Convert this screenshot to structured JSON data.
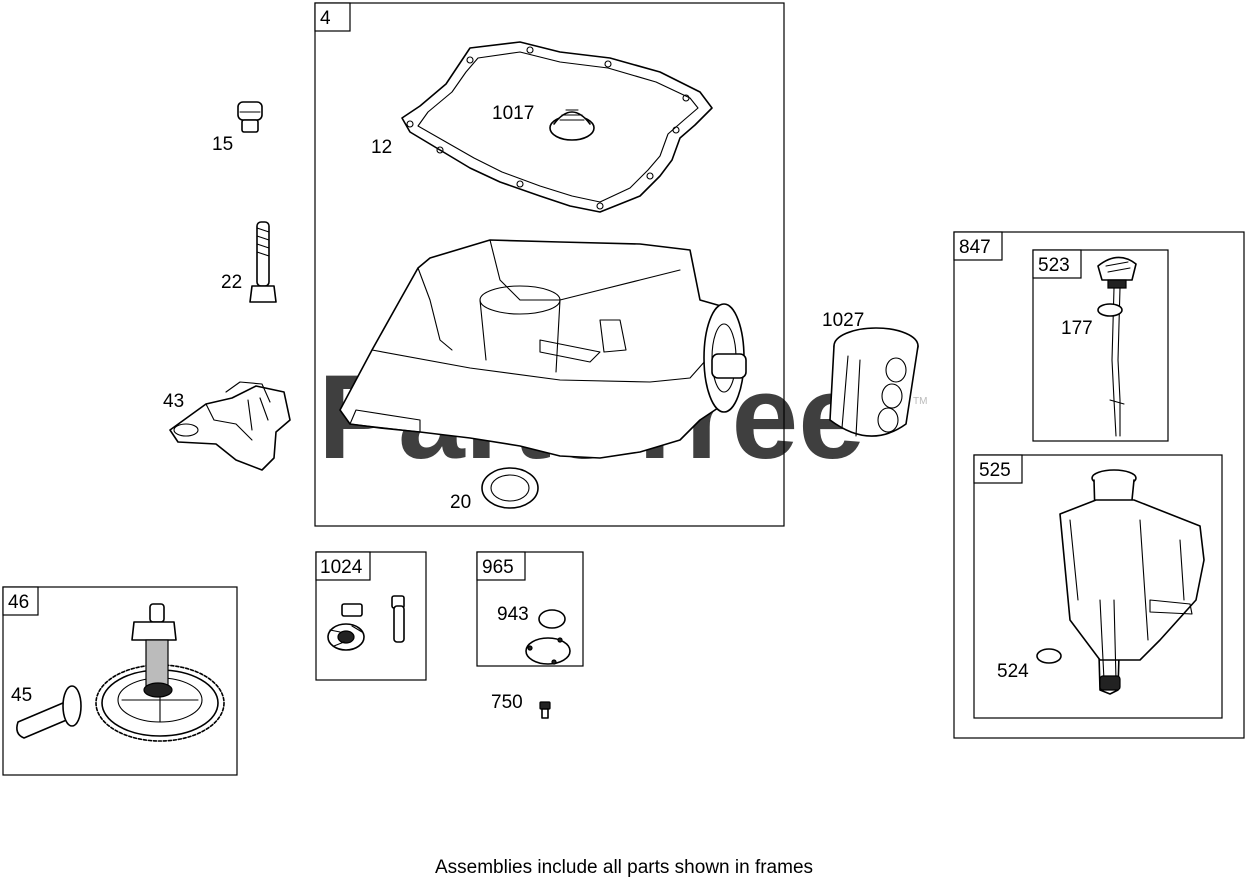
{
  "watermark": "PartsTree",
  "watermark_tm": "TM",
  "frames": {
    "f4": "4",
    "f847": "847",
    "f523": "523",
    "f525": "525",
    "f1024": "1024",
    "f965": "965",
    "f46": "46"
  },
  "callouts": {
    "c15": "15",
    "c22": "22",
    "c43": "43",
    "c12": "12",
    "c1017": "1017",
    "c20": "20",
    "c1027": "1027",
    "c177": "177",
    "c524": "524",
    "c943": "943",
    "c750": "750",
    "c45": "45"
  },
  "footer": "Assemblies include all parts shown in frames"
}
